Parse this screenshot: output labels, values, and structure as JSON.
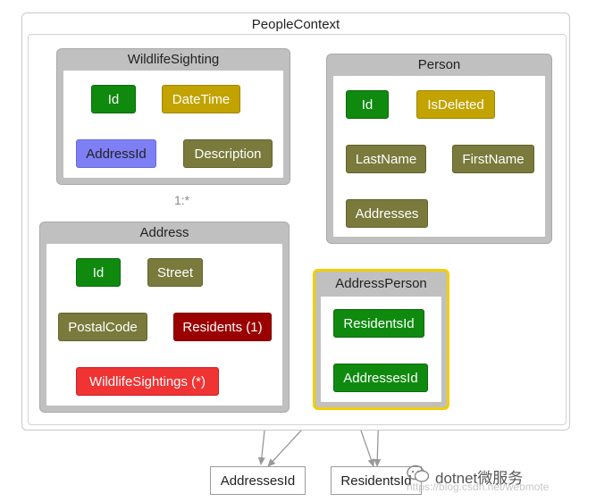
{
  "context": {
    "title": "PeopleContext"
  },
  "entities": {
    "wildlife_sighting": {
      "title": "WildlifeSighting",
      "props": [
        "Id",
        "DateTime",
        "AddressId",
        "Description"
      ]
    },
    "person": {
      "title": "Person",
      "props": [
        "Id",
        "IsDeleted",
        "LastName",
        "FirstName",
        "Addresses"
      ]
    },
    "address": {
      "title": "Address",
      "props": [
        "Id",
        "Street",
        "PostalCode",
        "Residents (1)",
        "WildlifeSightings (*)"
      ]
    },
    "address_person": {
      "title": "AddressPerson",
      "props": [
        "ResidentsId",
        "AddressesId"
      ]
    }
  },
  "relationship_label": "1:*",
  "external": {
    "addresses_id": "AddressesId",
    "residents_id": "ResidentsId"
  },
  "colors": {
    "key": "#0f8a0f",
    "datetime": "#c2a300",
    "string": "#797a3b",
    "foreign_key": "#7f7ff5",
    "nav_single": "#9a0000",
    "nav_many": "#f03333",
    "selection": "#f2cf00"
  },
  "watermark": {
    "brand": "dotnet微服务",
    "url": "https://blog.csdn.net/webmote"
  }
}
